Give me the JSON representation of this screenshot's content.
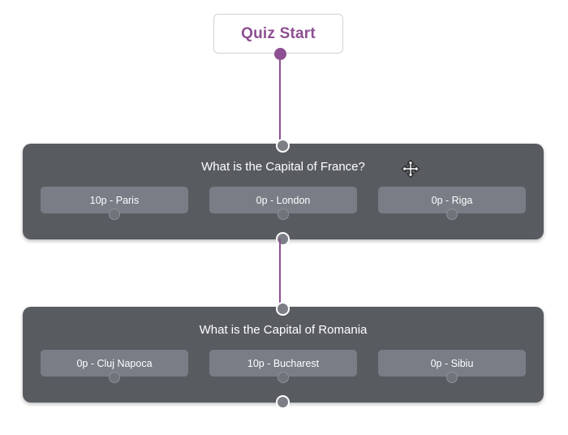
{
  "canvas": {
    "background_color": "#ffffff",
    "node_color": "#585c61",
    "answer_color": "#787d86",
    "accent_color": "#8e4f92"
  },
  "start_node": {
    "label": "Quiz Start",
    "output_port_name": "start-output-port"
  },
  "questions": [
    {
      "title": "What is the Capital of France?",
      "move_handle_icon": "move-arrows-icon",
      "answers": [
        {
          "label": "10p - Paris"
        },
        {
          "label": "0p - London"
        },
        {
          "label": "0p - Riga"
        }
      ]
    },
    {
      "title": "What is the Capital of Romania",
      "answers": [
        {
          "label": "0p - Cluj Napoca"
        },
        {
          "label": "10p - Bucharest"
        },
        {
          "label": "0p - Sibiu"
        }
      ]
    }
  ]
}
